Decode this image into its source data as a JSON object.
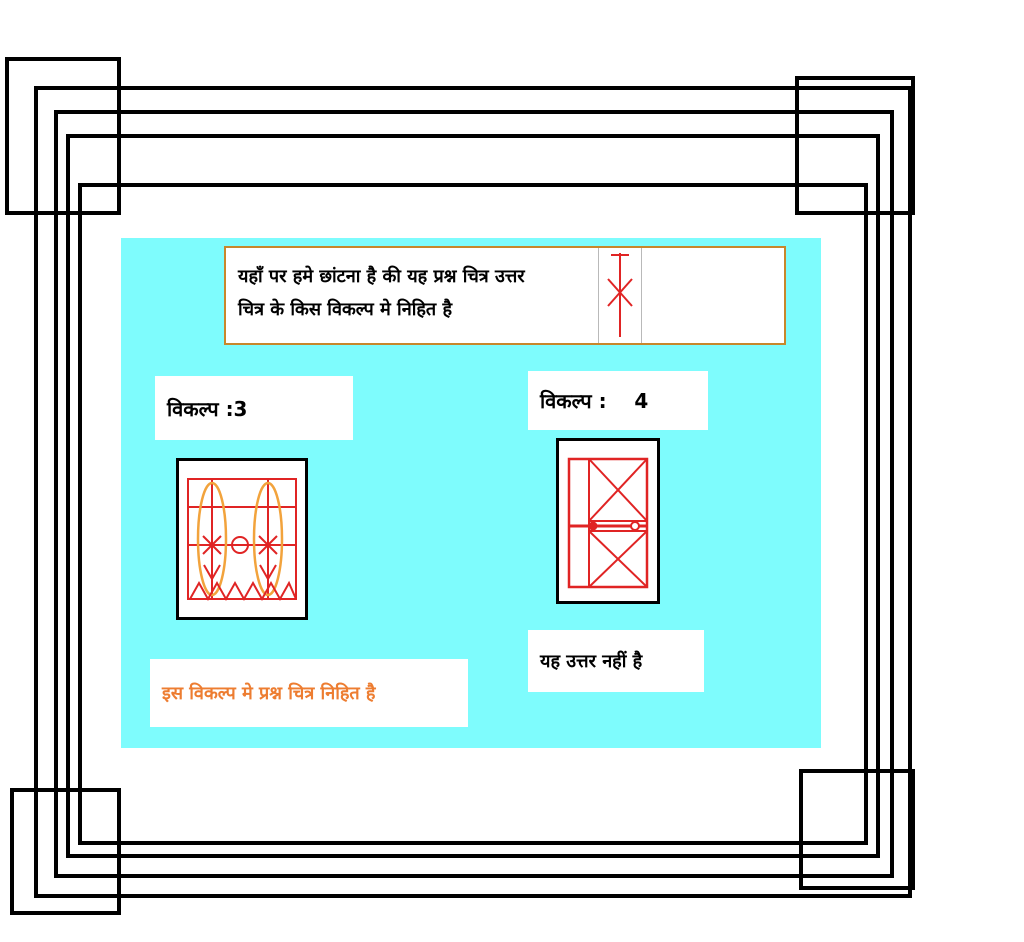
{
  "header": {
    "line1": "यहाँ पर हमे छांटना है की यह  प्रश्न चित्र उत्तर",
    "line2": "चित्र के किस विकल्प मे निहित है"
  },
  "question_figure": {
    "icon": "vertical-line-with-x-arrow",
    "color": "#e02424"
  },
  "options": [
    {
      "label": "विकल्प :3",
      "note": "इस विकल्प मे प्रश्न चित्र निहित है",
      "note_color": "#ed7d31",
      "figure": "red-grid-two-orange-ellipses-x-marks-center-circle-zigzag"
    },
    {
      "label": "विकल्प :    4",
      "note": "यह उत्तर नहीं है",
      "note_color": "#000000",
      "figure": "red-rect-two-crossed-squares-middle-line-with-dots"
    }
  ],
  "colors": {
    "panel_background": "#7efcfd",
    "frame": "#000000",
    "header_border": "#c8872b",
    "figure_red": "#e02424",
    "ellipse_orange": "#f2a33c",
    "note_orange": "#ed7d31"
  }
}
